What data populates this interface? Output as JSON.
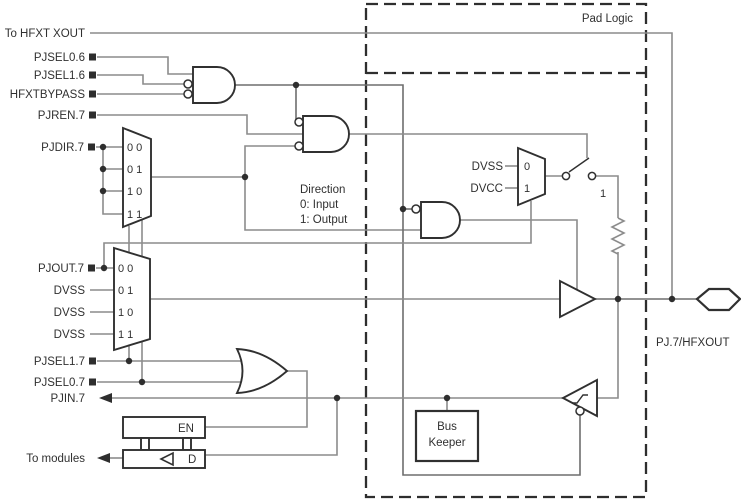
{
  "signals": {
    "to_hfxt_xout": "To HFXT XOUT",
    "pjsel06": "PJSEL0.6",
    "pjsel16": "PJSEL1.6",
    "hfxtbypass": "HFXTBYPASS",
    "pjren7": "PJREN.7",
    "pjdir7": "PJDIR.7",
    "pjout7": "PJOUT.7",
    "dvss_a": "DVSS",
    "dvss_b": "DVSS",
    "dvss_c": "DVSS",
    "pjsel17": "PJSEL1.7",
    "pjsel07": "PJSEL0.7",
    "pjin7": "PJIN.7",
    "to_modules": "To modules"
  },
  "pad": {
    "region_label": "Pad Logic",
    "pin_label": "PJ.7/HFXOUT"
  },
  "mux_direction": {
    "rows": [
      "0 0",
      "0 1",
      "1 0",
      "1 1"
    ]
  },
  "mux_output": {
    "rows": [
      "0 0",
      "0 1",
      "1 0",
      "1 1"
    ]
  },
  "mux_pull": {
    "in0_label": "DVSS",
    "in1_label": "DVCC",
    "sel0": "0",
    "sel1": "1"
  },
  "switch": {
    "label": "1"
  },
  "direction_note": {
    "line1": "Direction",
    "line2": "0: Input",
    "line3": "1: Output"
  },
  "bus_keeper": {
    "line1": "Bus",
    "line2": "Keeper"
  },
  "latch": {
    "enable_label": "EN",
    "data_label": "D"
  },
  "colors": {
    "wire": "#8c8c8c",
    "ink": "#303030"
  }
}
